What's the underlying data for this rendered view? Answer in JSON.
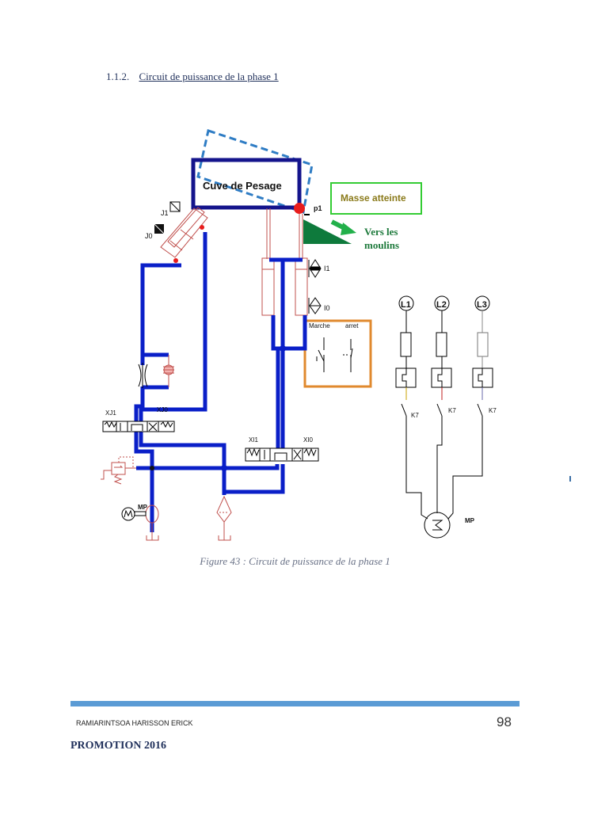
{
  "section": {
    "number": "1.1.2.",
    "title": "Circuit de puissance de la phase 1"
  },
  "diagram": {
    "tank_label": "Cuve de Pesage",
    "sensor_label": "p1",
    "status_box_label": "Masse atteinte",
    "destination_line1": "Vers les",
    "destination_line2": "moulins",
    "cylinder_j_labels": [
      "J1",
      "J0"
    ],
    "limit_switch_labels": [
      "I1",
      "I0"
    ],
    "control_box": {
      "start_label": "Marche",
      "stop_label": "arret"
    },
    "valve_left": {
      "left_label": "XJ1",
      "right_label": "XJ0"
    },
    "valve_right": {
      "left_label": "XI1",
      "right_label": "XI0"
    },
    "pump_label": "MP",
    "electrical": {
      "phases": [
        "L1",
        "L2",
        "L3"
      ],
      "contactor_labels": [
        "K7",
        "K7",
        "K7"
      ],
      "motor_label": "MP"
    },
    "colors": {
      "hydraulic_line": "#0a1fc8",
      "tank_border": "#14148c",
      "component_red": "#c0504d",
      "status_green": "#33cc33",
      "status_text": "#8a7a1a",
      "destination_green": "#1e7a3c",
      "control_box_orange": "#e0892e",
      "dashed_blue": "#2e7cc4"
    }
  },
  "caption": "Figure 43 : Circuit de puissance de la phase 1",
  "footer": {
    "author": "RAMIARINTSOA HARISSON ERICK",
    "page_number": "98",
    "promotion": "PROMOTION 2016"
  }
}
